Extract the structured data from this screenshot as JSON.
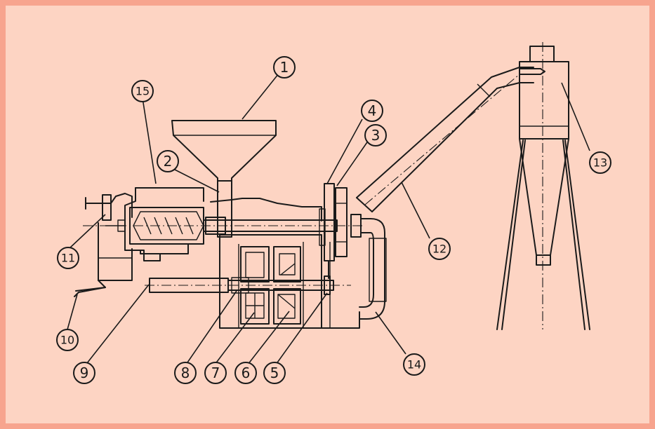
{
  "callouts": [
    {
      "label": "1"
    },
    {
      "label": "2"
    },
    {
      "label": "3"
    },
    {
      "label": "4"
    },
    {
      "label": "5"
    },
    {
      "label": "6"
    },
    {
      "label": "7"
    },
    {
      "label": "8"
    },
    {
      "label": "9"
    },
    {
      "label": "10"
    },
    {
      "label": "11"
    },
    {
      "label": "12"
    },
    {
      "label": "13"
    },
    {
      "label": "14"
    },
    {
      "label": "15"
    }
  ],
  "colors": {
    "frame": "#f7a48e",
    "background": "#fdd4c3",
    "ink": "#1a1a1a"
  }
}
